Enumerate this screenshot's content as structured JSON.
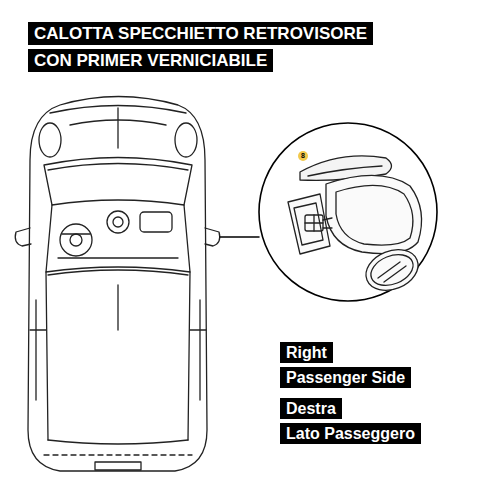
{
  "diagram": {
    "title": "CALOTTA SPECCHIETTO RETROVISORE CON PRIMER VERNICIABILE",
    "labels": [
      "8",
      "Right Passenger Side",
      "Destra Lato Passeggero"
    ]
  }
}
